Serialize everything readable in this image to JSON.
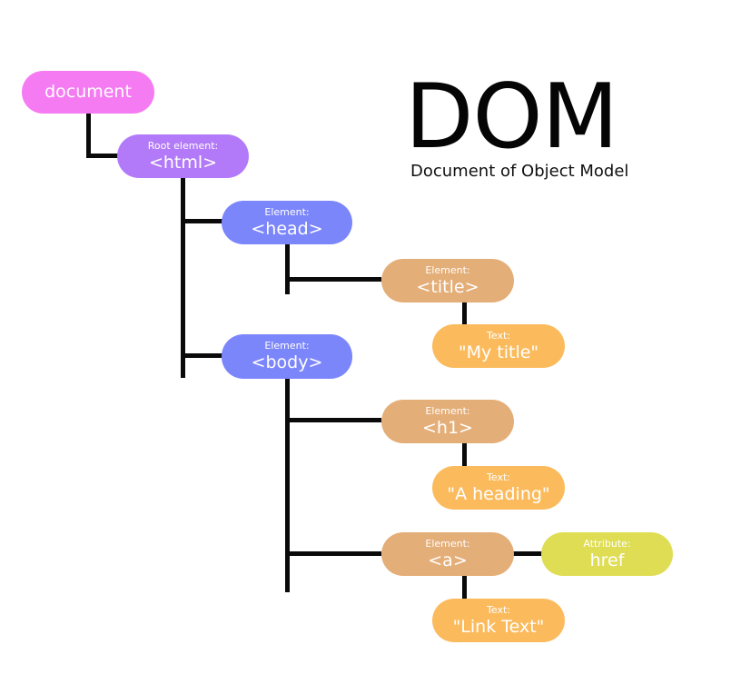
{
  "title": {
    "main": "DOM",
    "subtitle": "Document of Object Model"
  },
  "colors": {
    "document": "#f57bf2",
    "root": "#b27af8",
    "element_blue": "#7c86fb",
    "element_orange": "#e4ae78",
    "text": "#fbbb5d",
    "attribute": "#dfdd53",
    "line": "#0a0a0a"
  },
  "nodes": {
    "document": {
      "label": "document"
    },
    "html": {
      "kind": "Root element:",
      "value": "<html>"
    },
    "head": {
      "kind": "Element:",
      "value": "<head>"
    },
    "title": {
      "kind": "Element:",
      "value": "<title>"
    },
    "title_text": {
      "kind": "Text:",
      "value": "\"My title\""
    },
    "body": {
      "kind": "Element:",
      "value": "<body>"
    },
    "h1": {
      "kind": "Element:",
      "value": "<h1>"
    },
    "h1_text": {
      "kind": "Text:",
      "value": "\"A heading\""
    },
    "a": {
      "kind": "Element:",
      "value": "<a>"
    },
    "a_attr": {
      "kind": "Attribute:",
      "value": "href"
    },
    "a_text": {
      "kind": "Text:",
      "value": "\"Link Text\""
    }
  }
}
